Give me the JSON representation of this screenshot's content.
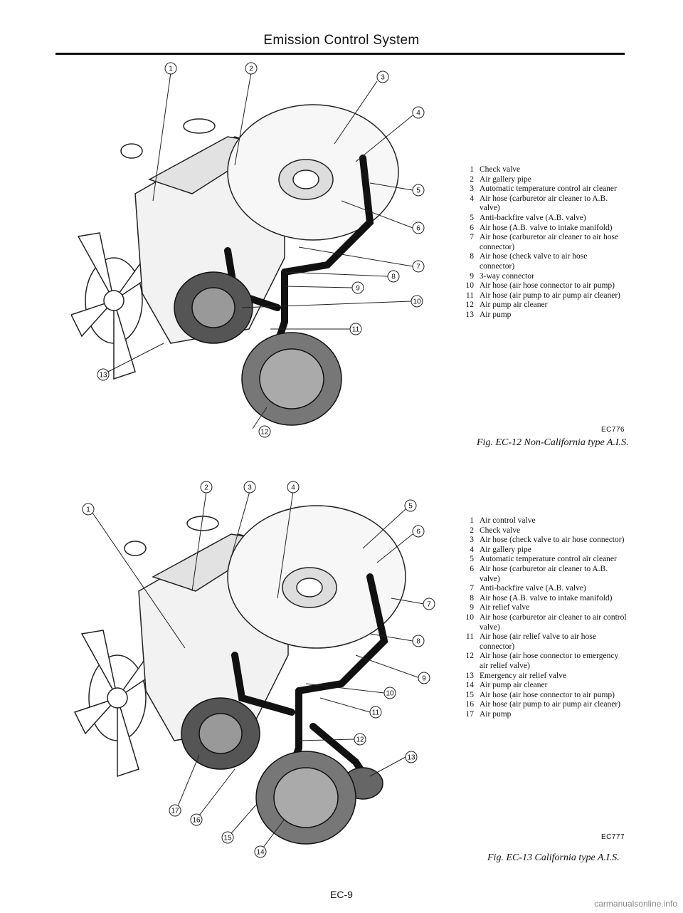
{
  "header": {
    "title": "Emission Control System"
  },
  "figure1": {
    "callouts": [
      "1",
      "2",
      "3",
      "4",
      "5",
      "6",
      "7",
      "8",
      "9",
      "10",
      "11",
      "12",
      "13"
    ],
    "legend": [
      {
        "num": "1",
        "text": "Check valve"
      },
      {
        "num": "2",
        "text": "Air gallery pipe"
      },
      {
        "num": "3",
        "text": "Automatic temperature control air cleaner"
      },
      {
        "num": "4",
        "text": "Air hose (carburetor air cleaner to A.B. valve)"
      },
      {
        "num": "5",
        "text": "Anti-backfire valve (A.B. valve)"
      },
      {
        "num": "6",
        "text": "Air hose (A.B. valve to intake manifold)"
      },
      {
        "num": "7",
        "text": "Air hose (carburetor air cleaner to air hose connector)"
      },
      {
        "num": "8",
        "text": "Air hose (check valve to air hose connector)"
      },
      {
        "num": "9",
        "text": "3-way connector"
      },
      {
        "num": "10",
        "text": "Air hose (air hose connector to air pump)"
      },
      {
        "num": "11",
        "text": "Air hose (air pump to air pump air cleaner)"
      },
      {
        "num": "12",
        "text": "Air pump air cleaner"
      },
      {
        "num": "13",
        "text": "Air pump"
      }
    ],
    "code": "EC776",
    "caption": "Fig. EC-12 Non-California type A.I.S."
  },
  "figure2": {
    "callouts": [
      "1",
      "2",
      "3",
      "4",
      "5",
      "6",
      "7",
      "8",
      "9",
      "10",
      "11",
      "12",
      "13",
      "14",
      "15",
      "16",
      "17"
    ],
    "legend": [
      {
        "num": "1",
        "text": "Air control valve"
      },
      {
        "num": "2",
        "text": "Check valve"
      },
      {
        "num": "3",
        "text": "Air hose (check valve to air hose connector)"
      },
      {
        "num": "4",
        "text": "Air gallery pipe"
      },
      {
        "num": "5",
        "text": "Automatic temperature control air cleaner"
      },
      {
        "num": "6",
        "text": "Air hose (carburetor air cleaner to A.B. valve)"
      },
      {
        "num": "7",
        "text": "Anti-backfire valve (A.B. valve)"
      },
      {
        "num": "8",
        "text": "Air hose (A.B. valve to intake manifold)"
      },
      {
        "num": "9",
        "text": "Air relief valve"
      },
      {
        "num": "10",
        "text": "Air hose (carburetor air cleaner to air control valve)"
      },
      {
        "num": "11",
        "text": "Air hose (air relief valve to air hose connector)"
      },
      {
        "num": "12",
        "text": "Air hose (air hose connector to emergency air relief valve)"
      },
      {
        "num": "13",
        "text": "Emergency air relief valve"
      },
      {
        "num": "14",
        "text": "Air pump air cleaner"
      },
      {
        "num": "15",
        "text": "Air hose (air hose connector to air pump)"
      },
      {
        "num": "16",
        "text": "Air hose (air pump to air pump air cleaner)"
      },
      {
        "num": "17",
        "text": "Air pump"
      }
    ],
    "code": "EC777",
    "caption": "Fig. EC-13 California type A.I.S."
  },
  "footer": {
    "page": "EC-9"
  },
  "watermark": "carmanualsonline.info"
}
